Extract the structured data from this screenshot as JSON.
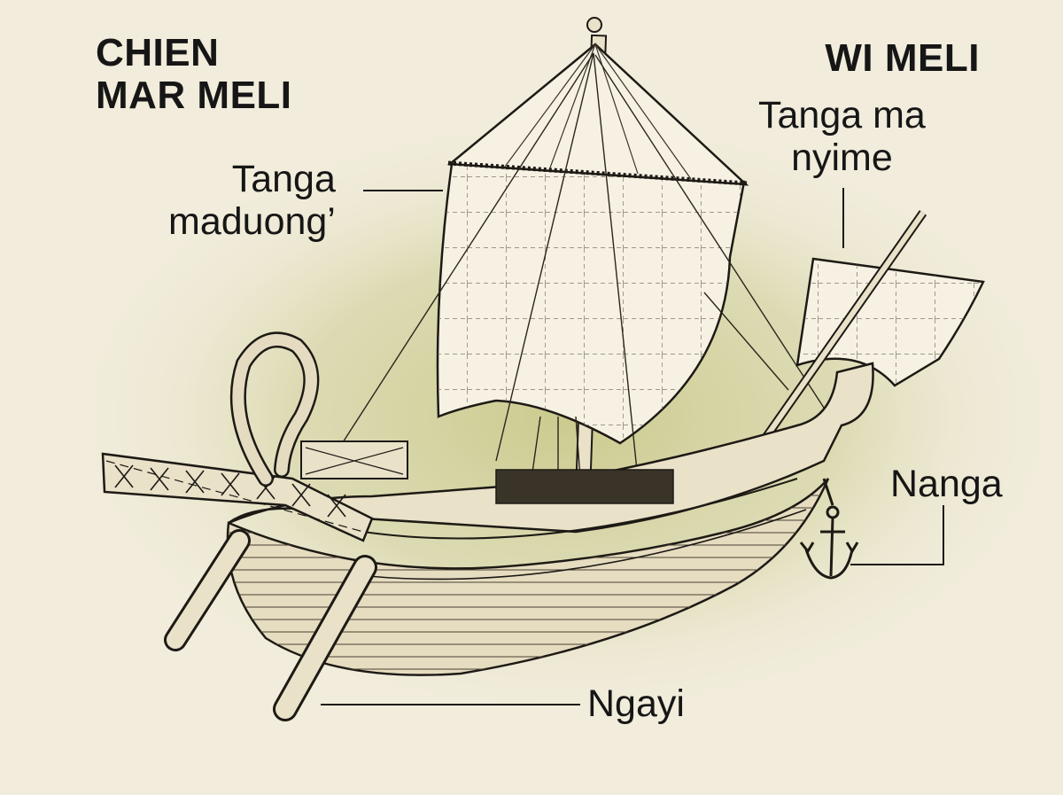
{
  "diagram": {
    "stern_heading": {
      "line1": "CHIEN",
      "line2": "MAR MELI"
    },
    "bow_heading": {
      "text": "WI MELI"
    },
    "labels": {
      "main_sail": {
        "line1": "Tanga",
        "line2": "maduong’"
      },
      "fore_sail": {
        "line1": "Tanga ma",
        "line2": "nyime"
      },
      "anchor": "Nanga",
      "oar": "Ngayi"
    }
  },
  "colors": {
    "background": "#f1ecdb",
    "glow": "#c9c98a",
    "ink": "#1d1a15",
    "sail": "#f6f1e3",
    "hull": "#e9e1c8",
    "text": "#161616"
  }
}
